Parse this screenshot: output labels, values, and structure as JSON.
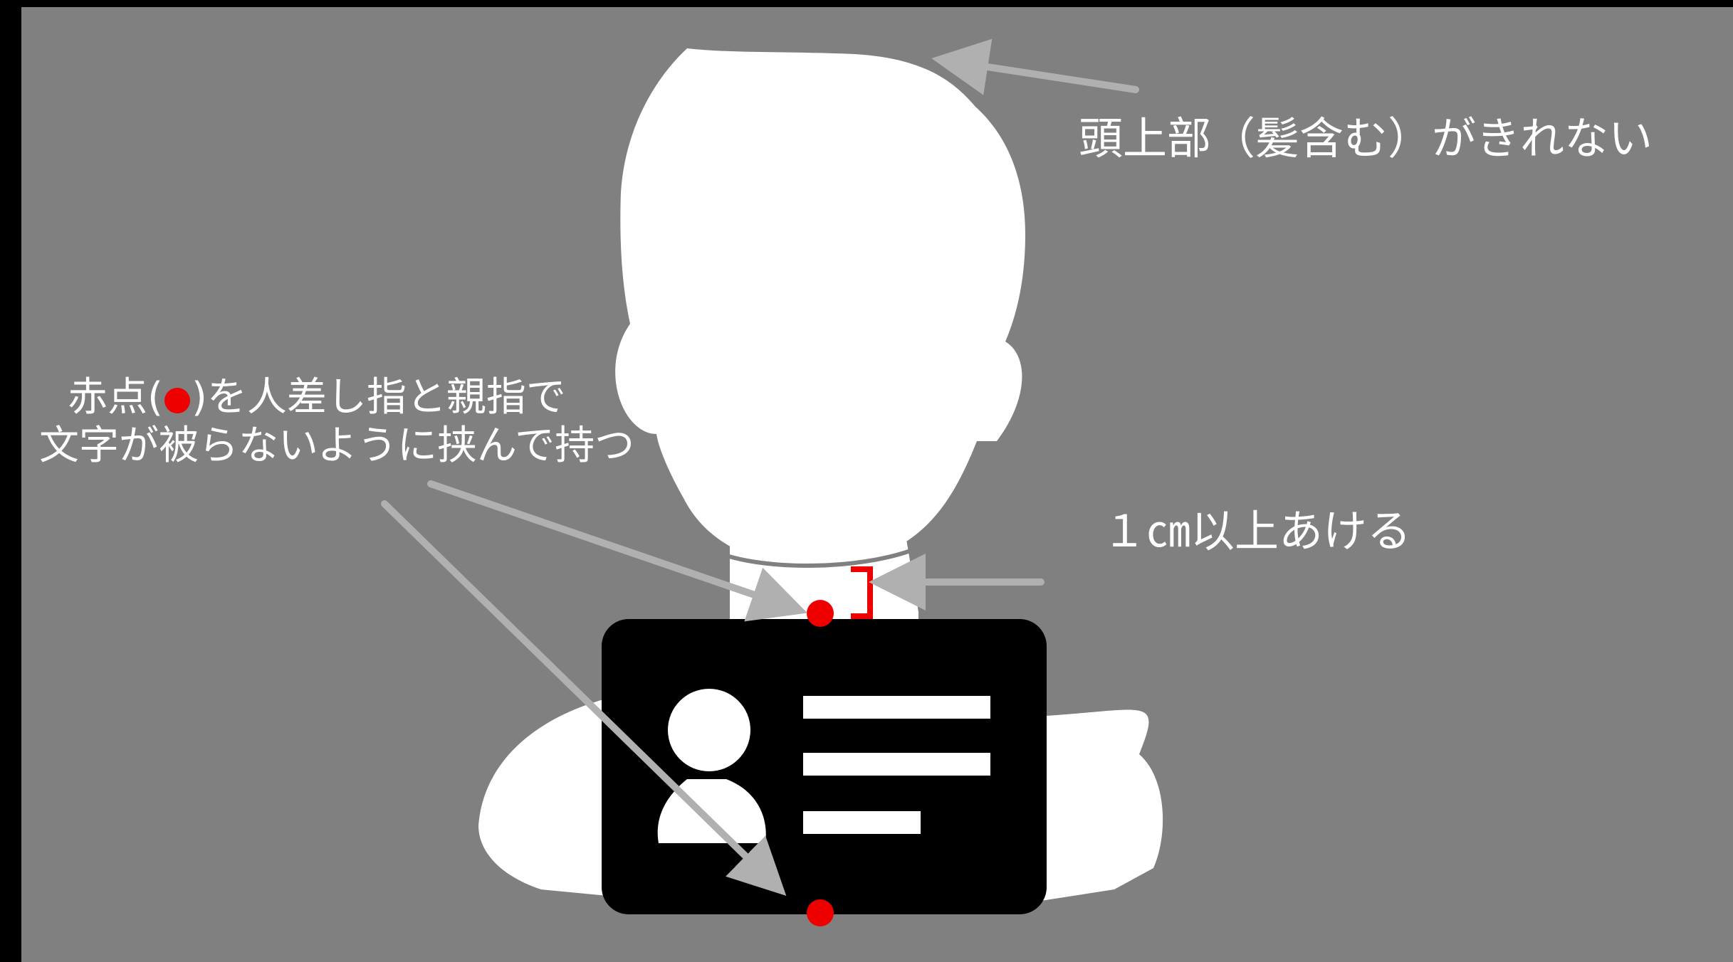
{
  "colors": {
    "panel": "#808080",
    "frame": "#000000",
    "silhouette": "#ffffff",
    "card": "#000000",
    "arrow": "#b0b0b0",
    "marker": "#ee0000"
  },
  "icons": {
    "person": "person-silhouette-icon",
    "card": "id-card-icon",
    "card_avatar": "avatar-icon"
  },
  "annotations": {
    "top_of_head": "頭上部（髪含む）がきれない",
    "gap": "１㎝以上あける",
    "hold_line1_before": "赤点(",
    "hold_line1_after": ")を人差し指と親指で",
    "hold_line2": "文字が被らないように挟んで持つ"
  }
}
